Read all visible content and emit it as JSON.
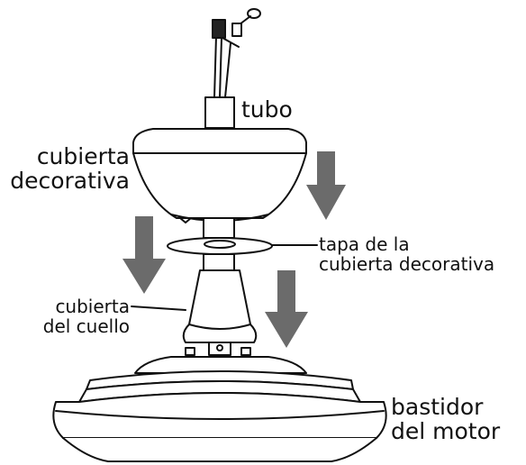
{
  "labels": {
    "tubo": "tubo",
    "canopy": [
      "cubierta",
      "decorativa"
    ],
    "canopy_cover": [
      "tapa de la",
      "cubierta decorativa"
    ],
    "collar_cover": [
      "cubierta",
      "del cuello"
    ],
    "motor_housing": [
      "bastidor",
      "del motor"
    ]
  },
  "colors": {
    "line": "#111111",
    "arrow": "#6b6b6b",
    "fill": "#ffffff"
  }
}
